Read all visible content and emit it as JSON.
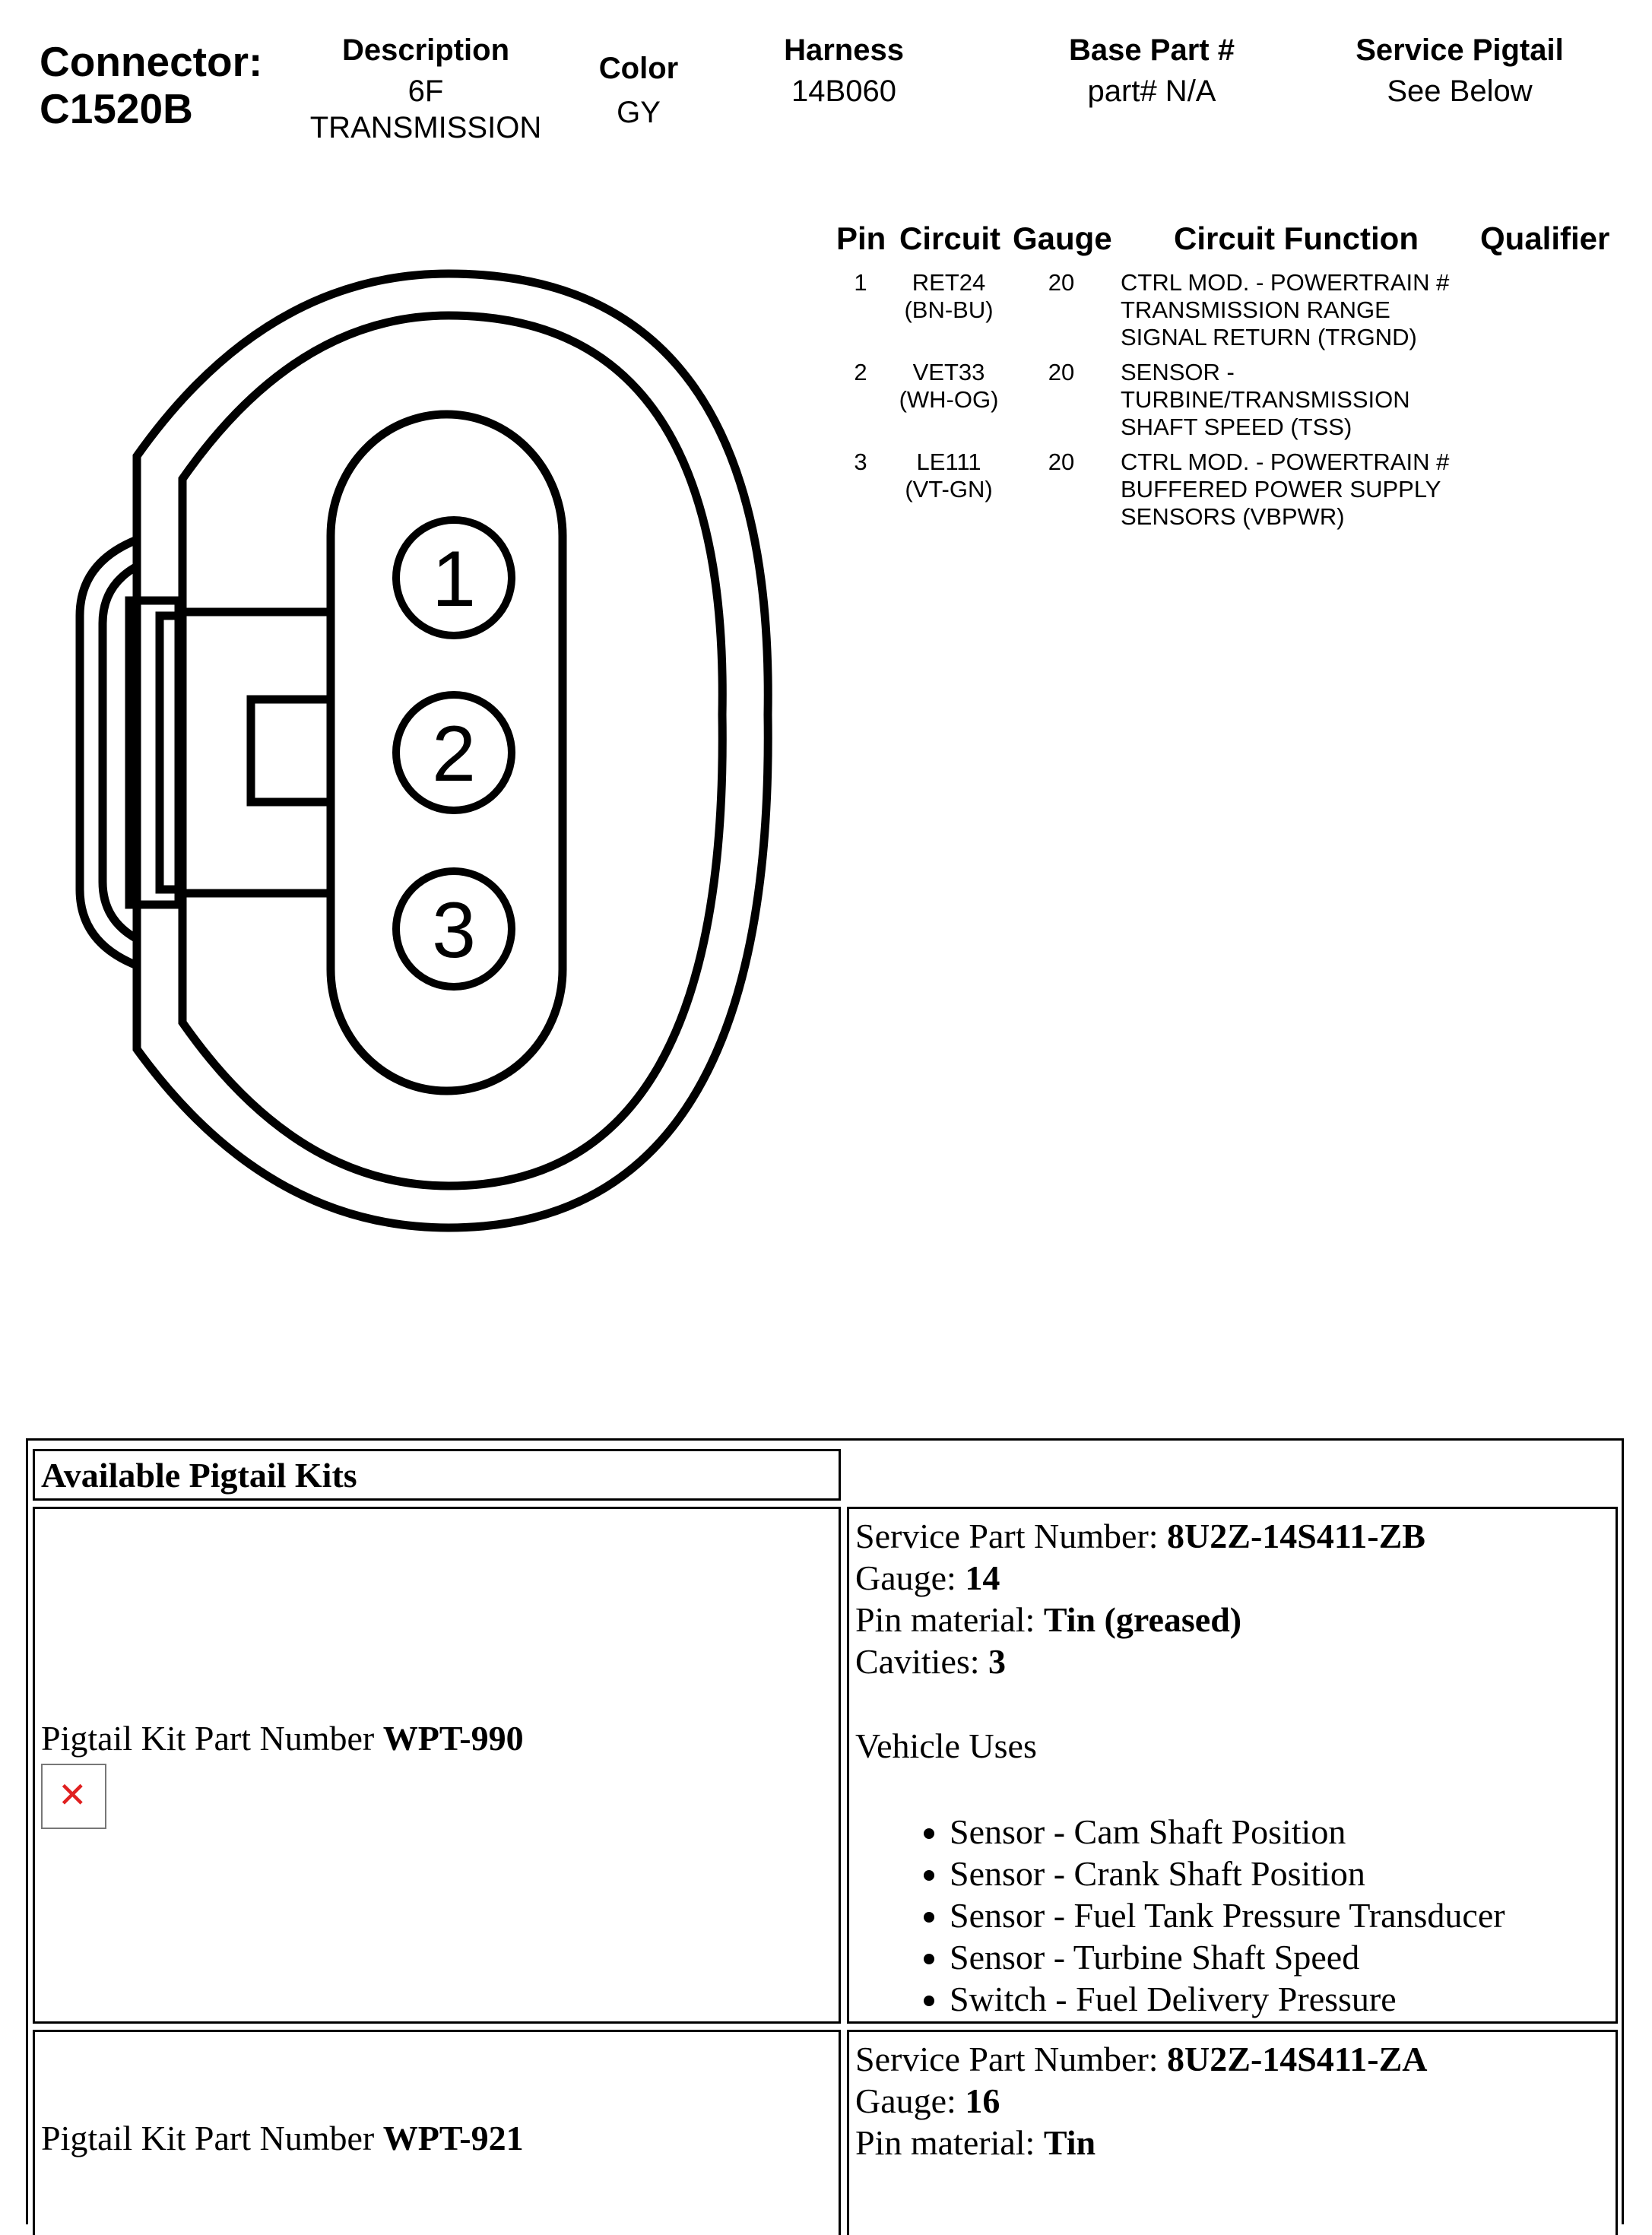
{
  "connector": {
    "label": "Connector:",
    "id": "C1520B"
  },
  "header_columns": [
    {
      "label": "Description",
      "values": [
        "6F",
        "TRANSMISSION"
      ]
    },
    {
      "label": "Color",
      "values": [
        "GY"
      ]
    },
    {
      "label": "Harness",
      "values": [
        "14B060"
      ]
    },
    {
      "label": "Base Part #",
      "values": [
        "part# N/A"
      ]
    },
    {
      "label": "Service Pigtail",
      "values": [
        "See Below"
      ]
    }
  ],
  "pin_table": {
    "headers": [
      "Pin",
      "Circuit",
      "Gauge",
      "Circuit Function",
      "Qualifier"
    ],
    "rows": [
      {
        "pin": "1",
        "circuit": [
          "RET24",
          "(BN-BU)"
        ],
        "gauge": "20",
        "function": [
          "CTRL MOD. - POWERTRAIN #",
          "TRANSMISSION RANGE",
          "SIGNAL RETURN (TRGND)"
        ]
      },
      {
        "pin": "2",
        "circuit": [
          "VET33",
          "(WH-OG)"
        ],
        "gauge": "20",
        "function": [
          "SENSOR -",
          "TURBINE/TRANSMISSION",
          "SHAFT SPEED (TSS)"
        ]
      },
      {
        "pin": "3",
        "circuit": [
          "LE111",
          "(VT-GN)"
        ],
        "gauge": "20",
        "function": [
          "CTRL MOD. - POWERTRAIN #",
          "BUFFERED POWER SUPPLY",
          "SENSORS (VBPWR)"
        ]
      }
    ]
  },
  "diagram": {
    "pin_labels": [
      "1",
      "2",
      "3"
    ]
  },
  "pigtail": {
    "title": "Available Pigtail Kits",
    "kit_label": "Pigtail Kit Part Number",
    "kits": [
      {
        "part_number": "WPT-990",
        "service_part_label": "Service Part Number:",
        "service_part": "8U2Z-14S411-ZB",
        "gauge_label": "Gauge:",
        "gauge": "14",
        "pin_material_label": "Pin material:",
        "pin_material": "Tin (greased)",
        "cavities_label": "Cavities:",
        "cavities": "3",
        "uses_label": "Vehicle Uses",
        "uses": [
          "Sensor - Cam Shaft Position",
          "Sensor - Crank Shaft Position",
          "Sensor - Fuel Tank Pressure Transducer",
          "Sensor - Turbine Shaft Speed",
          "Switch - Fuel Delivery Pressure"
        ]
      },
      {
        "part_number": "WPT-921",
        "service_part_label": "Service Part Number:",
        "service_part": "8U2Z-14S411-ZA",
        "gauge_label": "Gauge:",
        "gauge": "16",
        "pin_material_label": "Pin material:",
        "pin_material": "Tin"
      }
    ]
  },
  "icons": {
    "broken_image": "broken-image-icon"
  },
  "colors": {
    "ink": "#000000",
    "broken_x": "#e02020"
  }
}
